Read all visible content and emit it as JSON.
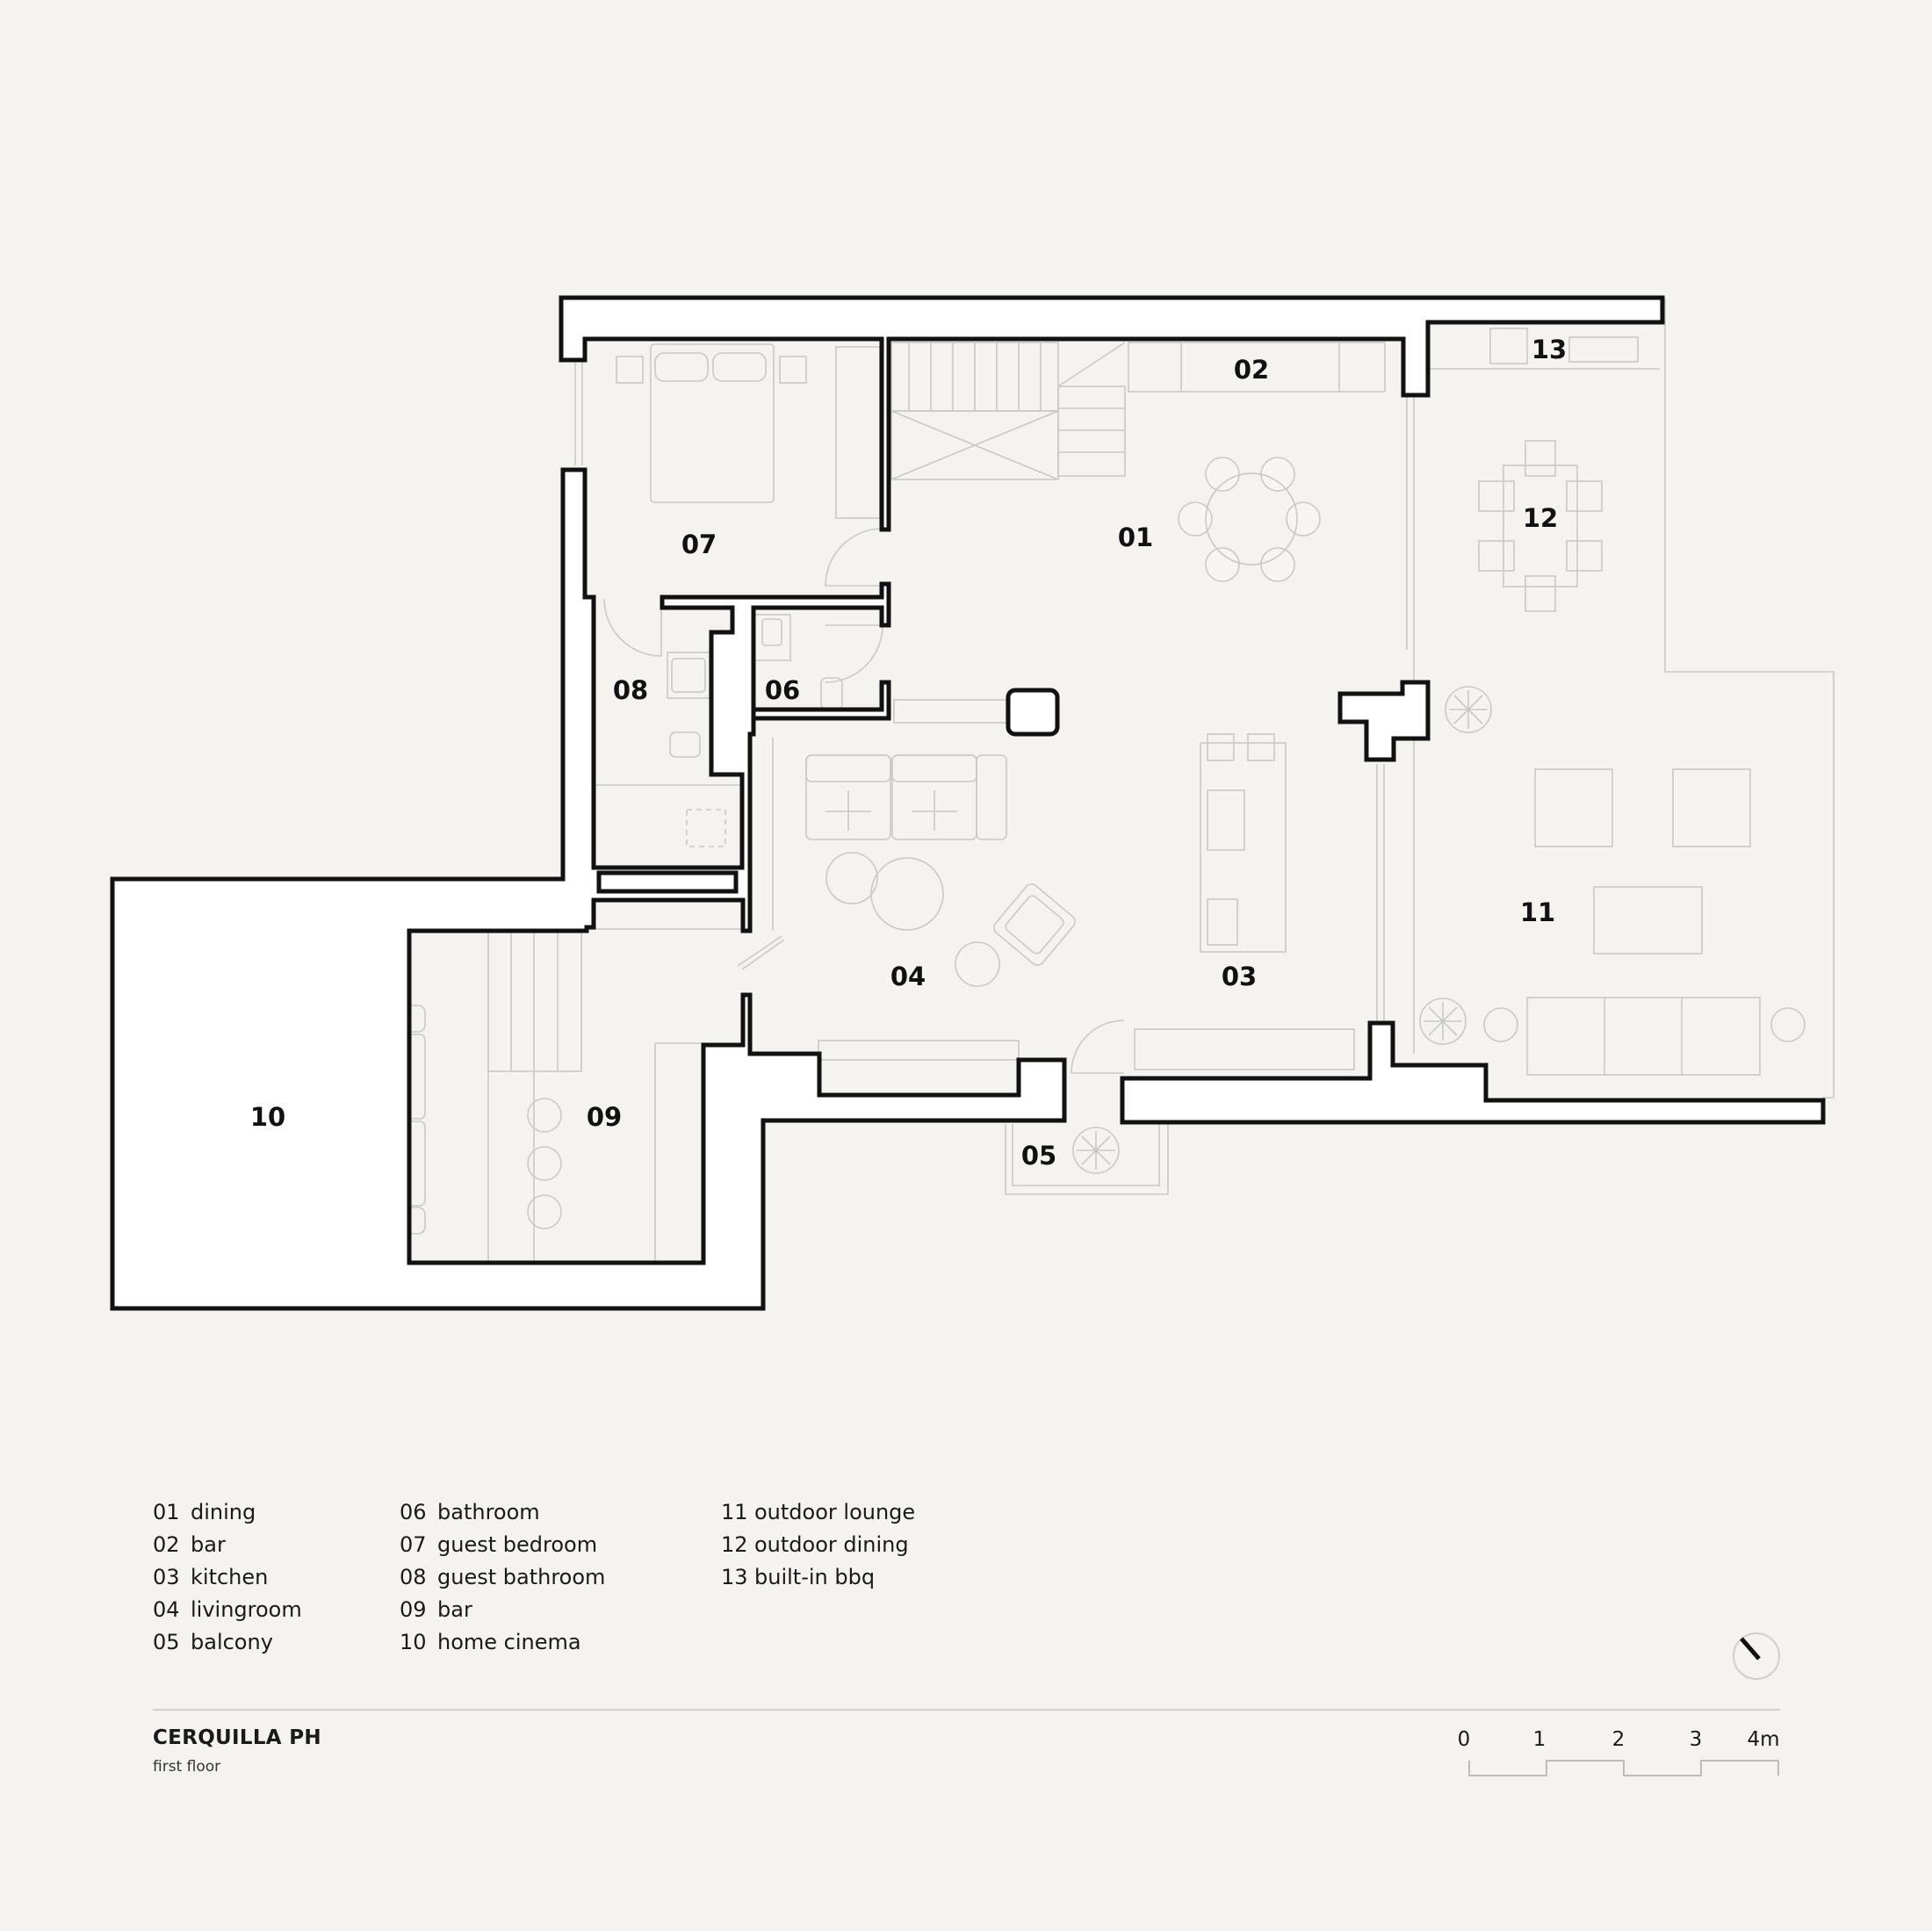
{
  "rooms": [
    {
      "num": "01",
      "name": "dining"
    },
    {
      "num": "02",
      "name": "bar"
    },
    {
      "num": "03",
      "name": "kitchen"
    },
    {
      "num": "04",
      "name": "livingroom"
    },
    {
      "num": "05",
      "name": "balcony"
    },
    {
      "num": "06",
      "name": "bathroom"
    },
    {
      "num": "07",
      "name": "guest bedroom"
    },
    {
      "num": "08",
      "name": "guest bathroom"
    },
    {
      "num": "09",
      "name": "bar"
    },
    {
      "num": "10",
      "name": "home cinema"
    },
    {
      "num": "11",
      "name": "outdoor lounge"
    },
    {
      "num": "12",
      "name": "outdoor dining"
    },
    {
      "num": "13",
      "name": "built-in bbq"
    }
  ],
  "project": {
    "name": "CERQUILLA PH",
    "floor": "first floor"
  },
  "scale_bar": {
    "labels": [
      "0",
      "1",
      "2",
      "3",
      "4m"
    ]
  },
  "icons": {
    "north": "north-arrow-icon"
  },
  "colors": {
    "background": "#f4f3ef",
    "wall": "#111111",
    "furniture": "#c9c9c6"
  }
}
